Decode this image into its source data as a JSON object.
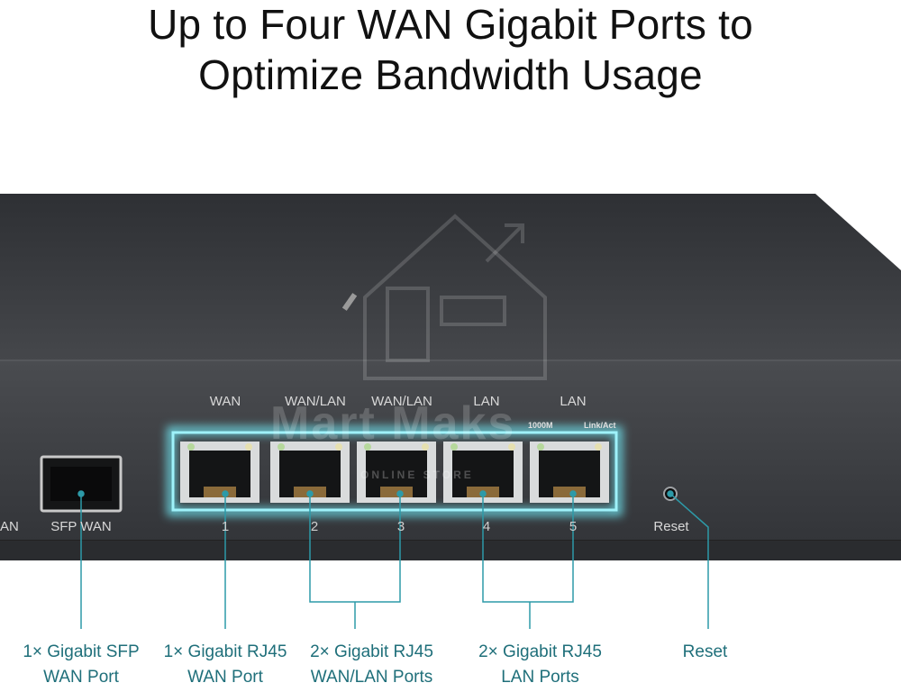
{
  "headline": {
    "line1": "Up to Four WAN Gigabit Ports to",
    "line2": "Optimize Bandwidth Usage"
  },
  "device": {
    "port_group_labels": [
      "WAN",
      "WAN/LAN",
      "WAN/LAN",
      "LAN",
      "LAN"
    ],
    "port_numbers": [
      "1",
      "2",
      "3",
      "4",
      "5"
    ],
    "sfp_label": "SFP WAN",
    "left_cut_label": "AN",
    "reset_label": "Reset",
    "led_1000m": "1000M",
    "led_linkact": "Link/Act",
    "watermark": {
      "brand": "Mart Maks",
      "sub": "ONLINE STORE"
    }
  },
  "callouts": [
    {
      "line1": "1× Gigabit SFP",
      "line2": "WAN Port"
    },
    {
      "line1": "1× Gigabit RJ45",
      "line2": "WAN Port"
    },
    {
      "line1": "2× Gigabit RJ45",
      "line2": "WAN/LAN Ports"
    },
    {
      "line1": "2× Gigabit RJ45",
      "line2": "LAN Ports"
    },
    {
      "line1": "Reset",
      "line2": ""
    }
  ],
  "colors": {
    "accent": "#1f8f9c",
    "highlight": "#6fe3ef",
    "device": "#3c3e42",
    "callout_text": "#1f6f7a"
  }
}
